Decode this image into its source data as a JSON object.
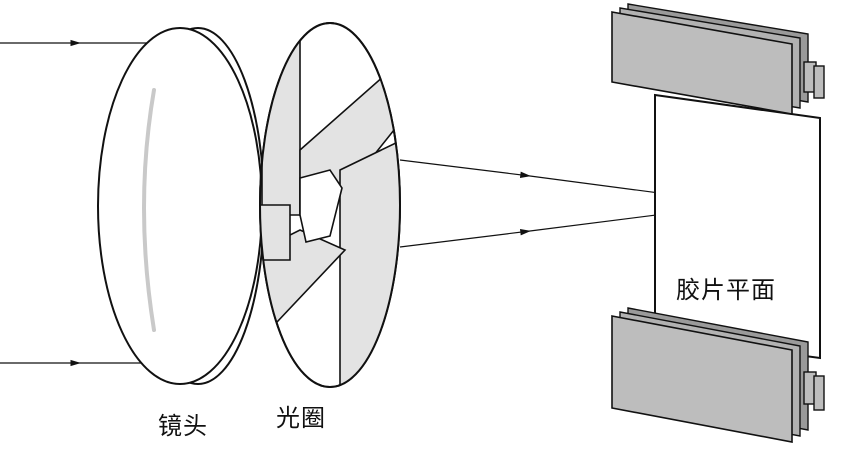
{
  "labels": {
    "lens": "镜头",
    "aperture": "光圈",
    "film_plane": "胶片平面"
  },
  "colors": {
    "stroke": "#111111",
    "blade_fill": "#e3e3e3",
    "film_holder_fill": "#bdbdbd",
    "film_holder_edge": "#9a9a9a"
  }
}
